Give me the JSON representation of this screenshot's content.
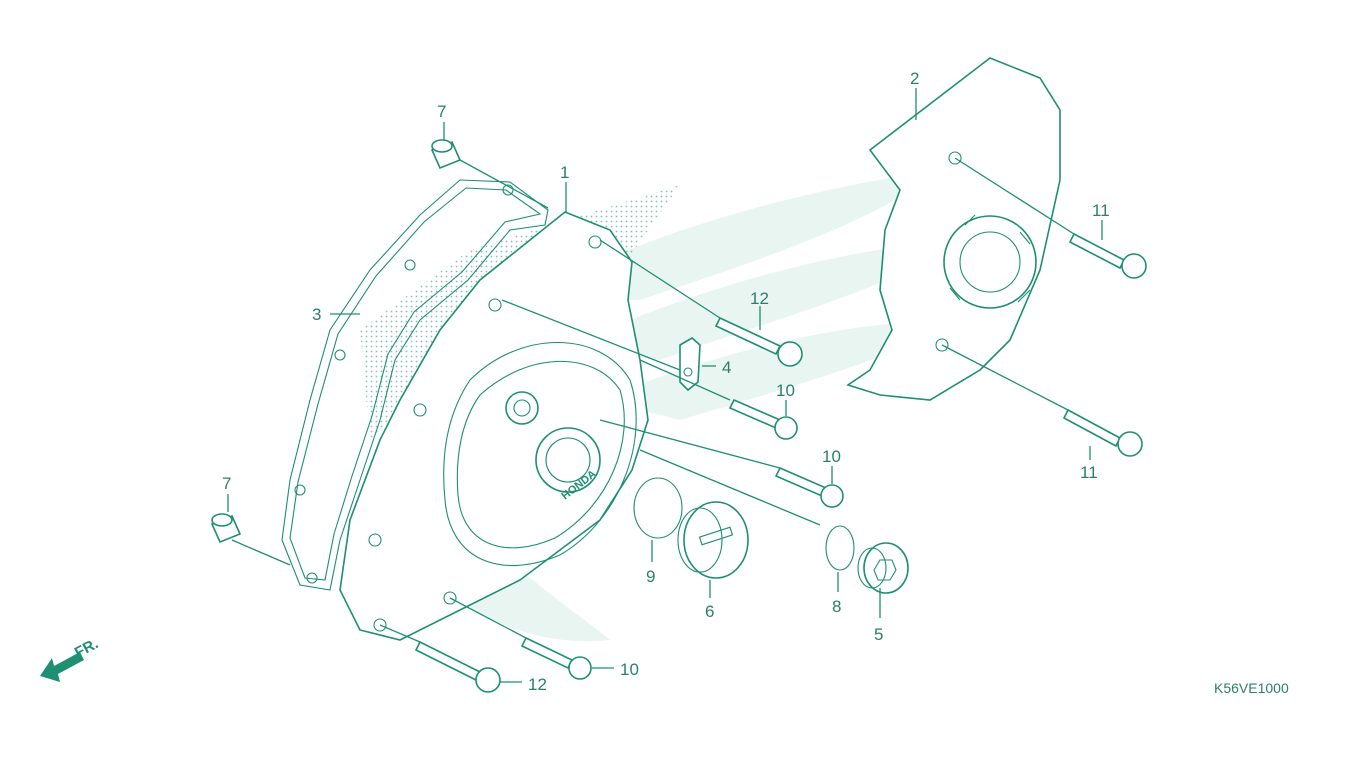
{
  "diagram": {
    "code": "K56VE1000",
    "direction_label": "FR.",
    "watermark_icon": "honda-wing-watermark-icon",
    "embossed_logo": "HONDA",
    "colors": {
      "line": "#1e8f72",
      "watermark": "#e8f4ef",
      "background": "#ffffff"
    }
  },
  "callouts": {
    "c1": "1",
    "c2": "2",
    "c3": "3",
    "c4": "4",
    "c5": "5",
    "c6": "6",
    "c7a": "7",
    "c7b": "7",
    "c8": "8",
    "c9": "9",
    "c10a": "10",
    "c10b": "10",
    "c10c": "10",
    "c11a": "11",
    "c11b": "11",
    "c12a": "12",
    "c12b": "12"
  }
}
